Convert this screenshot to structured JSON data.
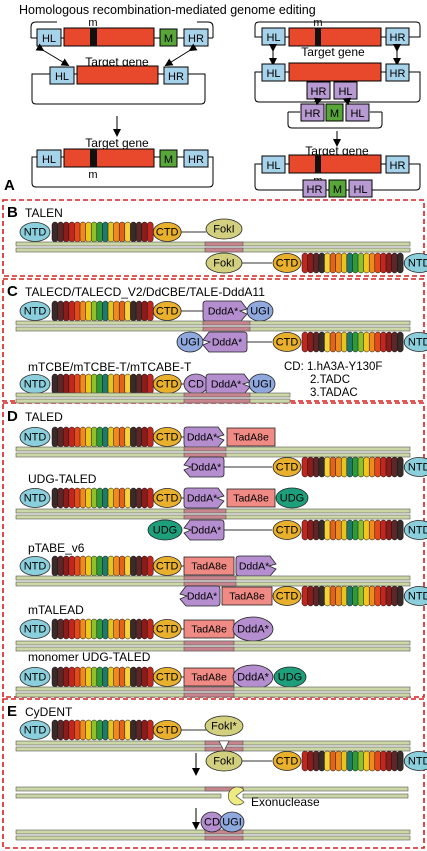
{
  "panels": {
    "a": {
      "letter": "A",
      "title": "Homologous recombination-mediated genome editing",
      "target_gene": "Target gene",
      "m": "m",
      "HL": "HL",
      "HR": "HR",
      "M": "M"
    },
    "b": {
      "letter": "B",
      "title": "TALEN"
    },
    "c": {
      "letter": "C",
      "title1": "TALECD/TALECD_V2/DdCBE/TALE-DddA11",
      "title2": "mTCBE/mTCBE-T/mTCABE-T",
      "cd_list": [
        "CD: 1.hA3A-Y130F",
        "2.TADC",
        "3.TADAC"
      ]
    },
    "d": {
      "letter": "D",
      "titles": [
        "TALED",
        "UDG-TALED",
        "pTABE_v6",
        "mTALEAD",
        "monomer UDG-TALED"
      ]
    },
    "e": {
      "letter": "E",
      "title": "CyDENT",
      "exonuclease": "Exonuclease"
    }
  },
  "labels": {
    "NTD": "NTD",
    "CTD": "CTD",
    "FokI": "FokI",
    "FokI_star": "FokI*",
    "DddA": "DddA*",
    "UGI": "UGI",
    "CD": "CD",
    "TadA8e": "TadA8e",
    "UDG": "UDG"
  },
  "colors": {
    "red_dash": "#d62020",
    "gene_red": "#e8492c",
    "hom_blue": "#a6d2ea",
    "marker_green": "#58a53a",
    "lavender": "#b79ad2",
    "ntd": "#8ccfdc",
    "ctd": "#e8b02c",
    "foki": "#d2cf7e",
    "ddda": "#b58ecf",
    "ugi": "#8fa9de",
    "tada": "#f08a84",
    "udg": "#1e9f7c",
    "dna": "#cbd7a6",
    "dna_cut": "#c7868d",
    "exo": "#ecec80"
  }
}
